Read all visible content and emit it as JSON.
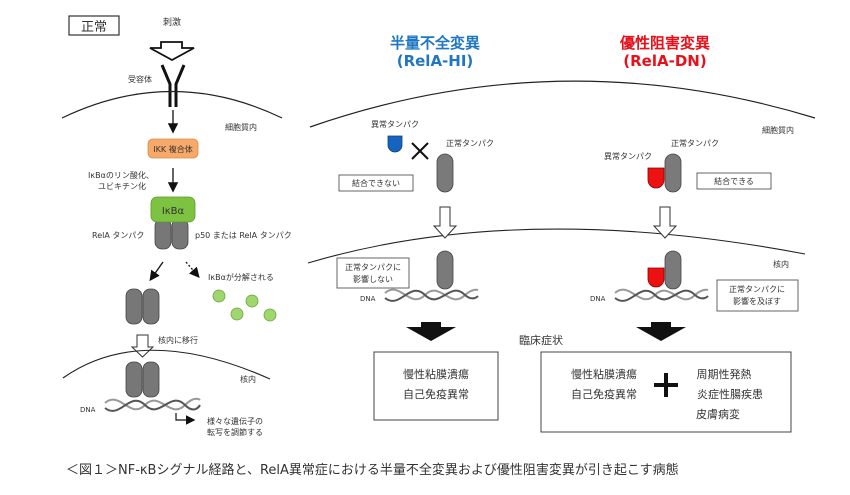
{
  "normal_panel": {
    "title": "正常",
    "stimulus": "刺激",
    "receptor": "受容体",
    "cytoplasm": "細胞質内",
    "ikk": "IKK 複合体",
    "phospho_line1": "IκBαのリン酸化、",
    "phospho_line2": "ユビキチン化",
    "ikba": "IκBα",
    "rela_protein": "RelA タンパク",
    "p50_or_rela": "p50 または RelA タンパク",
    "ikba_degraded": "IκBαが分解される",
    "translocation": "核内に移行",
    "nucleus": "核内",
    "dna": "DNA",
    "regulate_line1": "様々な遺伝子の",
    "regulate_line2": "転写を調節する"
  },
  "hi_panel": {
    "title": "半量不全変異",
    "subtitle": "(RelA-HI)",
    "abnormal_protein": "異常タンパク",
    "normal_protein": "正常タンパク",
    "cannot_bind": "結合できない",
    "no_effect_line1": "正常タンパクに",
    "no_effect_line2": "影響しない",
    "dna": "DNA",
    "symptoms": [
      "慢性粘膜潰瘍",
      "自己免疫異常"
    ]
  },
  "dn_panel": {
    "title": "優性阻害変異",
    "subtitle": "(RelA-DN)",
    "abnormal_protein": "異常タンパク",
    "normal_protein": "正常タンパク",
    "can_bind": "結合できる",
    "cytoplasm": "細胞質内",
    "nucleus": "核内",
    "effect_line1": "正常タンパクに",
    "effect_line2": "影響を及ぼす",
    "dna": "DNA",
    "symptoms_left": [
      "慢性粘膜潰瘍",
      "自己免疫異常"
    ],
    "plus": "+",
    "symptoms_right": [
      "周期性発熱",
      "炎症性腸疾患",
      "皮膚病変"
    ]
  },
  "clinical_symptoms": "臨床症状",
  "caption": "＜図１＞NF-κBシグナル経路と、RelA異常症における半量不全変異および優性阻害変異が引き起こす病態",
  "colors": {
    "hi_title": "#1f77c4",
    "dn_title": "#e8101a",
    "ikk_fill": "#f7a96a",
    "ikba_fill": "#7ec242",
    "protein_gray": "#7a7a7a",
    "abnormal_blue": "#1565c0",
    "abnormal_red": "#ee1111",
    "degraded_green": "#9fd66e"
  }
}
